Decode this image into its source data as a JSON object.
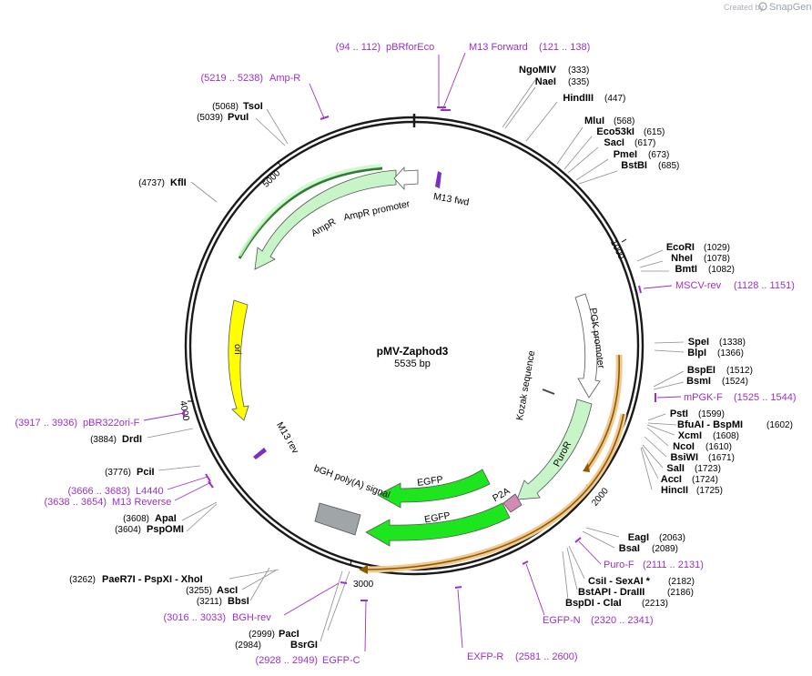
{
  "header": {
    "credit": "Created by",
    "brand": "SnapGene"
  },
  "plasmid": {
    "name": "pMV-Zaphod3",
    "length": "5535 bp"
  },
  "ticks": [
    "1000",
    "2000",
    "3000",
    "4000",
    "5000"
  ],
  "features": {
    "ampr": "AmpR",
    "ampr_promoter": "AmpR promoter",
    "m13_fwd": "M13 fwd",
    "ori": "ori",
    "m13_rev": "M13 rev",
    "pgk_promoter": "PGK promoter",
    "kozak": "Kozak sequence",
    "puror": "PuroR",
    "p2a": "P2A",
    "egfp1": "EGFP",
    "egfp2": "EGFP",
    "bgh": "bGH poly(A) signal"
  },
  "sites": [
    {
      "name": "NgoMIV",
      "pos": "(333)"
    },
    {
      "name": "NaeI",
      "pos": "(335)"
    },
    {
      "name": "HindIII",
      "pos": "(447)"
    },
    {
      "name": "MluI",
      "pos": "(568)"
    },
    {
      "name": "Eco53kI",
      "pos": "(615)"
    },
    {
      "name": "SacI",
      "pos": "(617)"
    },
    {
      "name": "PmeI",
      "pos": "(673)"
    },
    {
      "name": "BstBI",
      "pos": "(685)"
    },
    {
      "name": "EcoRI",
      "pos": "(1029)"
    },
    {
      "name": "NheI",
      "pos": "(1078)"
    },
    {
      "name": "BmtI",
      "pos": "(1082)"
    },
    {
      "name": "SpeI",
      "pos": "(1338)"
    },
    {
      "name": "BlpI",
      "pos": "(1366)"
    },
    {
      "name": "BspEI",
      "pos": "(1512)"
    },
    {
      "name": "BsmI",
      "pos": "(1524)"
    },
    {
      "name": "PstI",
      "pos": "(1599)"
    },
    {
      "name": "BfuAI - BspMI",
      "pos": "(1602)"
    },
    {
      "name": "XcmI",
      "pos": "(1608)"
    },
    {
      "name": "NcoI",
      "pos": "(1610)"
    },
    {
      "name": "BsiWI",
      "pos": "(1671)"
    },
    {
      "name": "SalI",
      "pos": "(1723)"
    },
    {
      "name": "AccI",
      "pos": "(1724)"
    },
    {
      "name": "HincII",
      "pos": "(1725)"
    },
    {
      "name": "EagI",
      "pos": "(2063)"
    },
    {
      "name": "BsaI",
      "pos": "(2089)"
    },
    {
      "name": "CsiI - SexAI *",
      "pos": "(2182)"
    },
    {
      "name": "BstAPI - DraIII",
      "pos": "(2186)"
    },
    {
      "name": "BspDI - ClaI",
      "pos": "(2213)"
    },
    {
      "name": "PacI",
      "pos": "(2999)"
    },
    {
      "name": "BsrGI",
      "pos": "(2984)"
    },
    {
      "name": "PaeR7I - PspXI - XhoI",
      "pos": "(3262)"
    },
    {
      "name": "AscI",
      "pos": "(3255)"
    },
    {
      "name": "BbsI",
      "pos": "(3211)"
    },
    {
      "name": "ApaI",
      "pos": "(3608)"
    },
    {
      "name": "PspOMI",
      "pos": "(3604)"
    },
    {
      "name": "PciI",
      "pos": "(3776)"
    },
    {
      "name": "DrdI",
      "pos": "(3884)"
    },
    {
      "name": "KflI",
      "pos": "(4737)"
    },
    {
      "name": "TsoI",
      "pos": "(5068)"
    },
    {
      "name": "PvuI",
      "pos": "(5039)"
    }
  ],
  "primers": [
    {
      "name": "pBRforEco",
      "range": "(94 .. 112)"
    },
    {
      "name": "M13 Forward",
      "range": "(121 .. 138)"
    },
    {
      "name": "Amp-R",
      "range": "(5219 .. 5238)"
    },
    {
      "name": "MSCV-rev",
      "range": "(1128 .. 1151)"
    },
    {
      "name": "mPGK-F",
      "range": "(1525 .. 1544)"
    },
    {
      "name": "Puro-F",
      "range": "(2111 .. 2131)"
    },
    {
      "name": "EGFP-N",
      "range": "(2320 .. 2341)"
    },
    {
      "name": "EXFP-R",
      "range": "(2581 .. 2600)"
    },
    {
      "name": "EGFP-C",
      "range": "(2928 .. 2949)"
    },
    {
      "name": "BGH-rev",
      "range": "(3016 .. 3033)"
    },
    {
      "name": "pBR322ori-F",
      "range": "(3917 .. 3936)"
    },
    {
      "name": "L4440",
      "range": "(3666 .. 3683)"
    },
    {
      "name": "M13 Reverse",
      "range": "(3638 .. 3654)"
    }
  ],
  "colors": {
    "backbone": "#1a1a1a",
    "primer": "#9b30c8",
    "ampr_fill": "#c8f5c8",
    "ori_fill": "#ffff00",
    "egfp_fill": "#1ee61e",
    "puror_fill": "#c8f5c8",
    "p2a_fill": "#d28cb4",
    "bgh_fill": "#a0a5a8",
    "orf_track": "#f0c890"
  }
}
